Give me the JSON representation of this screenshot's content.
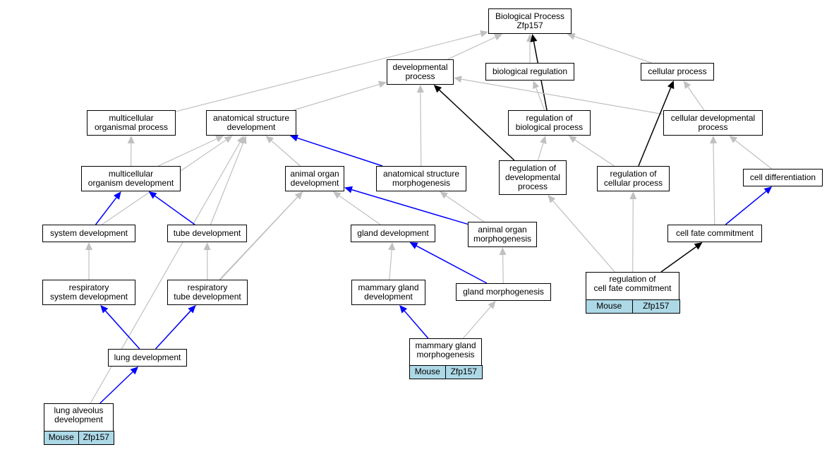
{
  "colors": {
    "is_a": "#c0c0c0",
    "part_of": "#0000ff",
    "regulates": "#000000",
    "annotation": "#add8e6"
  },
  "nodes": {
    "bp": [
      "Biological Process",
      "Zfp157"
    ],
    "dev_proc": [
      "developmental",
      "process"
    ],
    "bio_reg": [
      "biological regulation"
    ],
    "cell_proc": [
      "cellular process"
    ],
    "multi_org_proc": [
      "multicellular",
      "organismal process"
    ],
    "anat_dev": [
      "anatomical structure",
      "development"
    ],
    "reg_bio_proc": [
      "regulation of",
      "biological process"
    ],
    "cell_dev_proc": [
      "cellular developmental",
      "process"
    ],
    "multi_org_dev": [
      "multicellular",
      "organism development"
    ],
    "animal_organ_dev": [
      "animal organ",
      "development"
    ],
    "anat_morph": [
      "anatomical structure",
      "morphogenesis"
    ],
    "reg_dev_proc": [
      "regulation of",
      "developmental",
      "process"
    ],
    "reg_cell_proc": [
      "regulation of",
      "cellular process"
    ],
    "cell_diff": [
      "cell differentiation"
    ],
    "sys_dev": [
      "system development"
    ],
    "tube_dev": [
      "tube development"
    ],
    "gland_dev": [
      "gland development"
    ],
    "animal_organ_morph": [
      "animal organ",
      "morphogenesis"
    ],
    "cell_fate": [
      "cell fate commitment"
    ],
    "resp_sys_dev": [
      "respiratory",
      "system development"
    ],
    "resp_tube_dev": [
      "respiratory",
      "tube development"
    ],
    "mammary_dev": [
      "mammary gland",
      "development"
    ],
    "gland_morph": [
      "gland morphogenesis"
    ],
    "reg_cell_fate": [
      "regulation of",
      "cell fate commitment"
    ],
    "lung_dev": [
      "lung development"
    ],
    "mammary_morph": [
      "mammary gland",
      "morphogenesis"
    ],
    "lung_alv": [
      "lung alveolus",
      "development"
    ]
  },
  "annotations": {
    "reg_cell_fate": [
      "Mouse",
      "Zfp157"
    ],
    "mammary_morph": [
      "Mouse",
      "Zfp157"
    ],
    "lung_alv": [
      "Mouse",
      "Zfp157"
    ]
  },
  "edges": [
    {
      "from": "dev_proc",
      "to": "bp",
      "type": "is_a"
    },
    {
      "from": "bio_reg",
      "to": "bp",
      "type": "is_a"
    },
    {
      "from": "cell_proc",
      "to": "bp",
      "type": "is_a"
    },
    {
      "from": "multi_org_proc",
      "to": "bp",
      "type": "is_a"
    },
    {
      "from": "reg_bio_proc",
      "to": "bp",
      "type": "regulates"
    },
    {
      "from": "anat_dev",
      "to": "dev_proc",
      "type": "is_a"
    },
    {
      "from": "anat_morph",
      "to": "dev_proc",
      "type": "is_a"
    },
    {
      "from": "reg_dev_proc",
      "to": "dev_proc",
      "type": "regulates"
    },
    {
      "from": "cell_dev_proc",
      "to": "dev_proc",
      "type": "is_a"
    },
    {
      "from": "reg_bio_proc",
      "to": "bio_reg",
      "type": "is_a"
    },
    {
      "from": "cell_dev_proc",
      "to": "cell_proc",
      "type": "is_a"
    },
    {
      "from": "reg_cell_proc",
      "to": "cell_proc",
      "type": "regulates"
    },
    {
      "from": "multi_org_dev",
      "to": "multi_org_proc",
      "type": "is_a"
    },
    {
      "from": "multi_org_dev",
      "to": "anat_dev",
      "type": "is_a"
    },
    {
      "from": "animal_organ_dev",
      "to": "anat_dev",
      "type": "is_a"
    },
    {
      "from": "anat_morph",
      "to": "anat_dev",
      "type": "part_of"
    },
    {
      "from": "sys_dev",
      "to": "anat_dev",
      "type": "is_a"
    },
    {
      "from": "tube_dev",
      "to": "anat_dev",
      "type": "is_a"
    },
    {
      "from": "lung_alv",
      "to": "anat_dev",
      "type": "is_a"
    },
    {
      "from": "reg_dev_proc",
      "to": "reg_bio_proc",
      "type": "is_a"
    },
    {
      "from": "reg_cell_proc",
      "to": "reg_bio_proc",
      "type": "is_a"
    },
    {
      "from": "cell_diff",
      "to": "cell_dev_proc",
      "type": "is_a"
    },
    {
      "from": "cell_fate",
      "to": "cell_dev_proc",
      "type": "is_a"
    },
    {
      "from": "sys_dev",
      "to": "multi_org_dev",
      "type": "part_of"
    },
    {
      "from": "tube_dev",
      "to": "multi_org_dev",
      "type": "part_of"
    },
    {
      "from": "gland_dev",
      "to": "animal_organ_dev",
      "type": "is_a"
    },
    {
      "from": "animal_organ_morph",
      "to": "animal_organ_dev",
      "type": "part_of"
    },
    {
      "from": "resp_tube_dev",
      "to": "animal_organ_dev",
      "type": "is_a"
    },
    {
      "from": "lung_dev",
      "to": "animal_organ_dev",
      "type": "is_a"
    },
    {
      "from": "animal_organ_morph",
      "to": "anat_morph",
      "type": "is_a"
    },
    {
      "from": "reg_cell_fate",
      "to": "reg_dev_proc",
      "type": "is_a"
    },
    {
      "from": "reg_cell_fate",
      "to": "reg_cell_proc",
      "type": "is_a"
    },
    {
      "from": "cell_fate",
      "to": "cell_diff",
      "type": "part_of"
    },
    {
      "from": "resp_sys_dev",
      "to": "sys_dev",
      "type": "is_a"
    },
    {
      "from": "resp_tube_dev",
      "to": "tube_dev",
      "type": "is_a"
    },
    {
      "from": "mammary_dev",
      "to": "gland_dev",
      "type": "is_a"
    },
    {
      "from": "gland_morph",
      "to": "gland_dev",
      "type": "part_of"
    },
    {
      "from": "gland_morph",
      "to": "animal_organ_morph",
      "type": "is_a"
    },
    {
      "from": "reg_cell_fate",
      "to": "cell_fate",
      "type": "regulates"
    },
    {
      "from": "lung_dev",
      "to": "resp_sys_dev",
      "type": "part_of"
    },
    {
      "from": "lung_dev",
      "to": "resp_tube_dev",
      "type": "part_of"
    },
    {
      "from": "mammary_morph",
      "to": "mammary_dev",
      "type": "part_of"
    },
    {
      "from": "mammary_morph",
      "to": "gland_morph",
      "type": "is_a"
    },
    {
      "from": "lung_alv",
      "to": "lung_dev",
      "type": "part_of"
    }
  ]
}
